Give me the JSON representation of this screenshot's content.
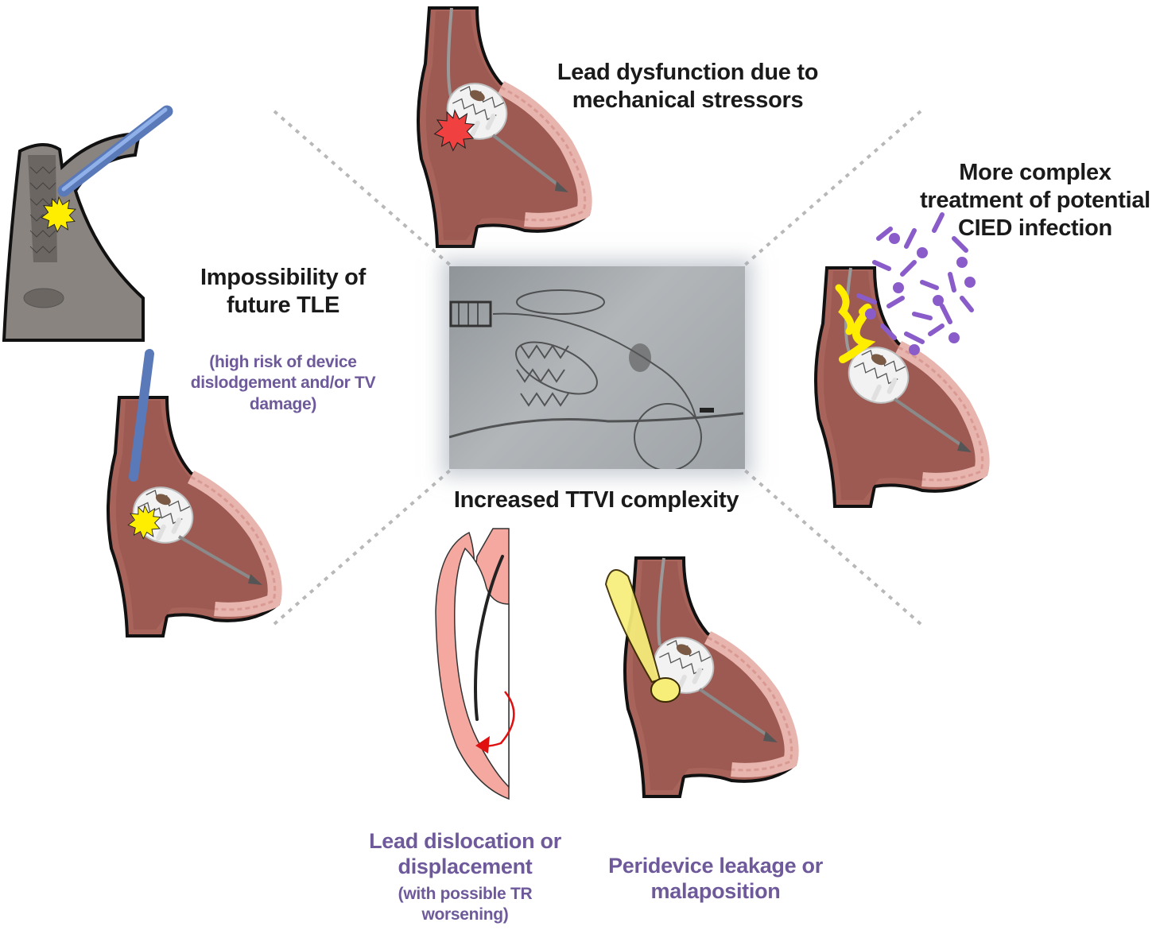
{
  "figure": {
    "title": "Complications of transcatheter tricuspid valve intervention in patients with CIED leads",
    "center": {
      "image": "fluoroscopy-ttvi-with-lead",
      "caption": "Increased TTVI complexity"
    },
    "panels": [
      {
        "id": "lead-dysfunction",
        "title_lines": [
          "Lead dysfunction due to",
          "mechanical stressors"
        ],
        "icon": "red-burst-icon",
        "text_color": "#1a1a1a"
      },
      {
        "id": "cied-infection",
        "title_lines": [
          "More complex",
          "treatment of potential",
          "CIED infection"
        ],
        "icon": "bacteria-cluster-icon",
        "text_color": "#1a1a1a"
      },
      {
        "id": "tle-impossibility",
        "title_lines": [
          "Impossibility of",
          "future TLE"
        ],
        "subtitle_lines": [
          "(high risk of device",
          "dislodgement and/or TV",
          "damage)"
        ],
        "icon": "yellow-burst-icon",
        "text_color": "#1a1a1a",
        "subtitle_color": "#6e5a9b"
      },
      {
        "id": "lead-dislocation",
        "title_lines": [
          "Lead dislocation or",
          "displacement"
        ],
        "subtitle_lines": [
          "(with possible TR",
          "worsening)"
        ],
        "icon": "red-curved-arrow-icon",
        "text_color": "#6e5a9b"
      },
      {
        "id": "peridevice-leakage",
        "title_lines": [
          "Peridevice leakage or",
          "malaposition"
        ],
        "icon": "yellow-leak-jet-icon",
        "text_color": "#6e5a9b"
      }
    ],
    "colors": {
      "heart_wall": "#a8645a",
      "heart_lining": "#e8b4ae",
      "outline": "#111111",
      "accent_purple": "#6e5a9b",
      "bacteria": "#8a5cc9",
      "alert_red": "#f04040",
      "alert_yellow": "#ffee00",
      "sheath_blue": "#6d8fd0",
      "divider_gray": "#b8b8b8"
    }
  }
}
